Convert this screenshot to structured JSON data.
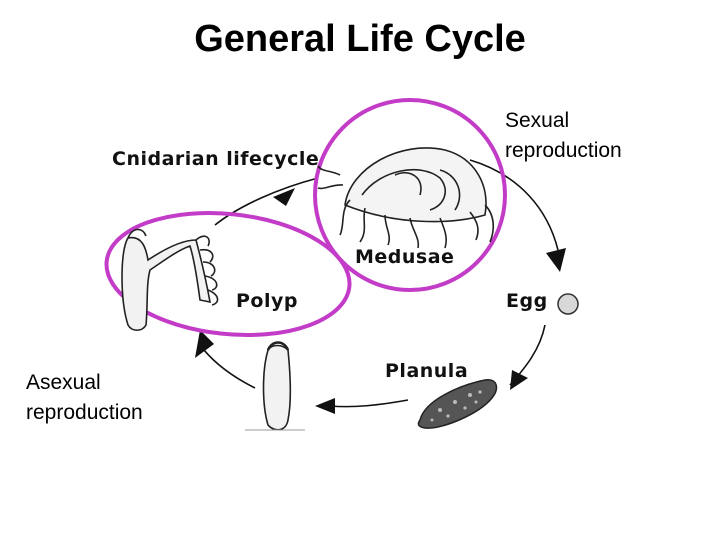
{
  "title": "General Life Cycle",
  "labels": {
    "sexual": [
      "Sexual",
      "reproduction"
    ],
    "asexual": [
      "Asexual",
      "reproduction"
    ],
    "cnidarian": "Cnidarian lifecycle",
    "medusae": "Medusae",
    "polyp": "Polyp",
    "egg": "Egg",
    "planula": "Planula"
  },
  "colors": {
    "highlight": "#c33cc8",
    "cycle_line": "#111111",
    "drawing": "#222222"
  }
}
